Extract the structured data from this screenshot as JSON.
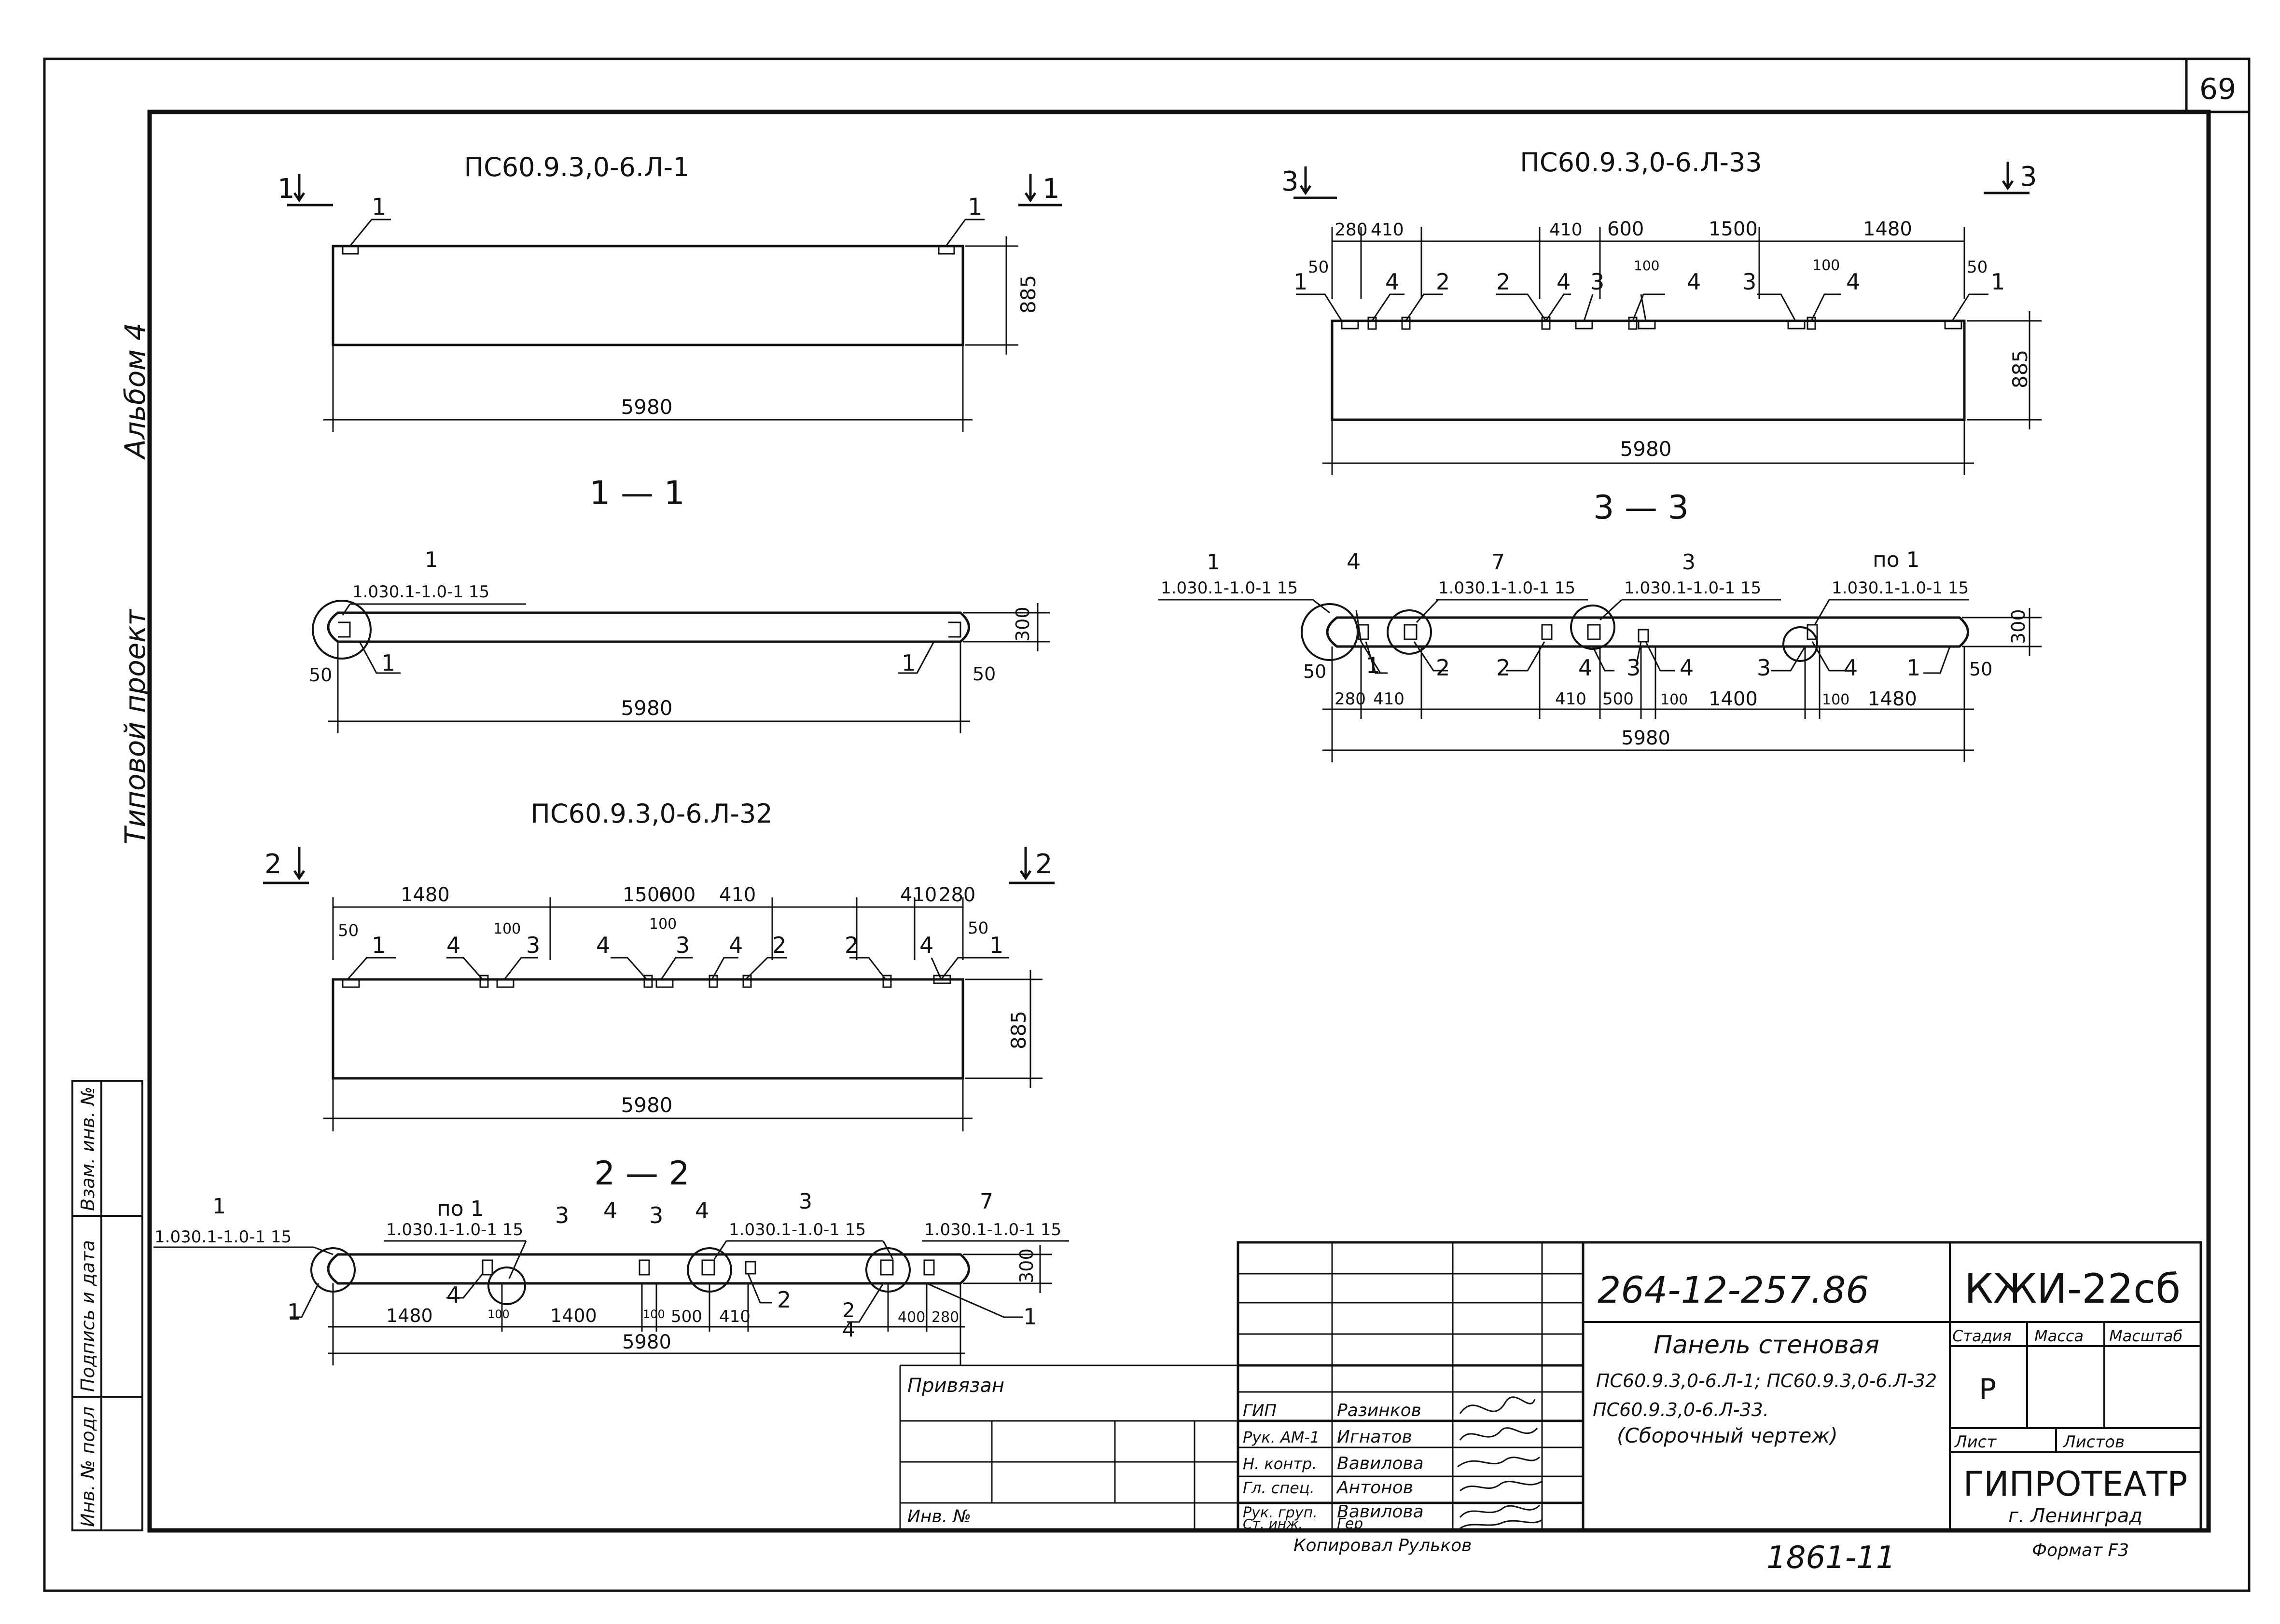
{
  "page_number": "69",
  "side_labels": {
    "album": "Альбом 4",
    "project": "Типовой проект"
  },
  "side_stamp": [
    "Инв. № подл",
    "Подпись и дата",
    "Взам. инв. №"
  ],
  "copied_by": "Копировал Рульков",
  "archive_number": "1861-11",
  "format": "Формат  F3",
  "views": {
    "v1": {
      "title": "ПС60.9.3,0-6.Л-1",
      "cut_left": "1",
      "cut_right": "1",
      "length": "5980",
      "height": "885",
      "callout_left": "1",
      "callout_right": "1"
    },
    "s11": {
      "title": "1 — 1",
      "length": "5980",
      "thickness": "300",
      "ref_num": "1",
      "ref_code": "1.030.1-1.0-1  15",
      "offset_left": "50",
      "offset_right": "50",
      "callout_left": "1",
      "callout_right": "1"
    },
    "v2": {
      "title": "ПС60.9.3,0-6.Л-32",
      "cut_left": "2",
      "cut_right": "2",
      "length": "5980",
      "height": "885",
      "dims": [
        "1480",
        "1500",
        "600",
        "410",
        "410",
        "280"
      ],
      "small": [
        "50",
        "100",
        "100",
        "50"
      ],
      "callouts": [
        "1",
        "4",
        "3",
        "4",
        "3",
        "4",
        "2",
        "2",
        "4",
        "1"
      ]
    },
    "s22": {
      "title": "2 — 2",
      "length": "5980",
      "thickness": "300",
      "refs": [
        {
          "num": "1",
          "code": "1.030.1-1.0-1  15"
        },
        {
          "num": "по 1",
          "code": "1.030.1-1.0-1  15"
        },
        {
          "num": "3",
          "code": "1.030.1-1.0-1  15"
        },
        {
          "num": "7",
          "code": "1.030.1-1.0-1  15"
        }
      ],
      "dims": [
        "1480",
        "100",
        "1400",
        "100",
        "500",
        "410",
        "400",
        "280"
      ],
      "callouts": [
        "1",
        "3",
        "4",
        "3",
        "4",
        "4",
        "2",
        "2",
        "4",
        "1"
      ]
    },
    "v3": {
      "title": "ПС60.9.3,0-6.Л-33",
      "cut_left": "3",
      "cut_right": "3",
      "length": "5980",
      "height": "885",
      "dims": [
        "280",
        "410",
        "410",
        "600",
        "1500",
        "1480"
      ],
      "small": [
        "50",
        "100",
        "100",
        "50"
      ],
      "callouts": [
        "1",
        "4",
        "2",
        "2",
        "4",
        "3",
        "4",
        "3",
        "4",
        "1"
      ]
    },
    "s33": {
      "title": "3 — 3",
      "length": "5980",
      "thickness": "300",
      "refs": [
        {
          "num": "1",
          "code": "1.030.1-1.0-1  15"
        },
        {
          "num": "7",
          "code": "1.030.1-1.0-1  15"
        },
        {
          "num": "3",
          "code": "1.030.1-1.0-1  15"
        },
        {
          "num": "по 1",
          "code": "1.030.1-1.0-1  15"
        }
      ],
      "dims": [
        "280",
        "410",
        "410",
        "500",
        "100",
        "1400",
        "100",
        "1480"
      ],
      "callouts": [
        "4",
        "1",
        "2",
        "2",
        "4",
        "3",
        "4",
        "3",
        "4",
        "1"
      ],
      "offsets": [
        "50",
        "50"
      ]
    }
  },
  "title_block": {
    "doc_code": "264-12-257.86",
    "mark": "КЖИ-22сб",
    "name_lines": [
      "Панель стеновая",
      "ПС60.9.3,0-6.Л-1; ПС60.9.3,0-6.Л-32",
      "ПС60.9.3,0-6.Л-33.",
      "(Сборочный чертеж)"
    ],
    "stage_label": "Стадия",
    "mass_label": "Масса",
    "scale_label": "Масштаб",
    "stage_value": "Р",
    "sheet_label": "Лист",
    "sheets_label": "Листов",
    "org": "ГИПРОТЕАТР",
    "city": "г. Ленинград",
    "attached": "Привязан",
    "inv_no": "Инв. №",
    "roles": [
      {
        "role": "ГИП",
        "name": "Разинков"
      },
      {
        "role": "Рук. АМ-1",
        "name": "Игнатов"
      },
      {
        "role": "Н. контр.",
        "name": "Вавилова"
      },
      {
        "role": "Гл. спец.",
        "name": "Антонов"
      },
      {
        "role": "Рук. груп.",
        "name": "Вавилова"
      },
      {
        "role": "Ст. инж.",
        "name": "Гер"
      }
    ]
  }
}
